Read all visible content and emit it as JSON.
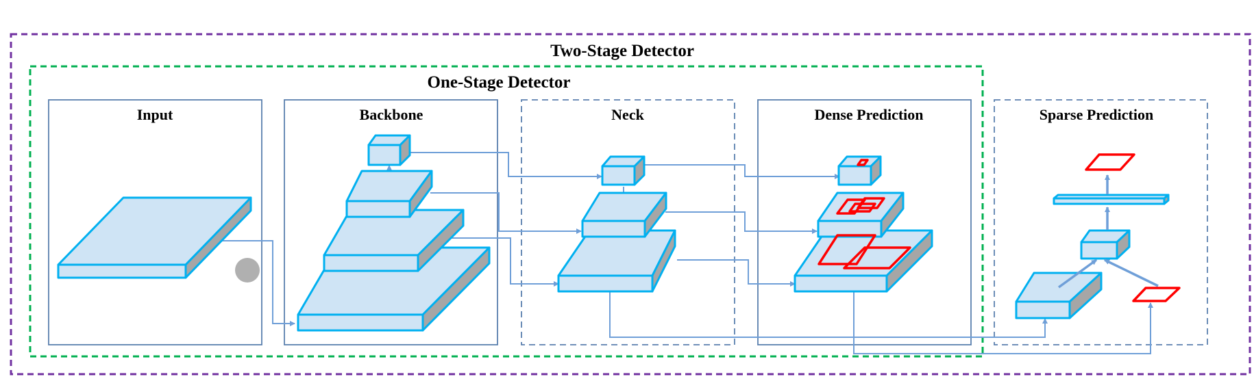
{
  "outer_region": {
    "label": "Two-Stage Detector",
    "border_color": "#7030a0"
  },
  "inner_region": {
    "label": "One-Stage Detector",
    "border_color": "#00b050"
  },
  "panels": {
    "input": {
      "label": "Input"
    },
    "backbone": {
      "label": "Backbone"
    },
    "neck": {
      "label": "Neck"
    },
    "dense": {
      "label": "Dense Prediction"
    },
    "sparse": {
      "label": "Sparse Prediction"
    }
  },
  "colors": {
    "panel_border": "#5a7fae",
    "block_face": "#cfe4f5",
    "block_edge": "#00b0f0",
    "block_side": "#a6a6a6",
    "connector": "#6f9fd8",
    "box_marker": "#ff0000",
    "circle_marker": "#b0b0b0"
  }
}
